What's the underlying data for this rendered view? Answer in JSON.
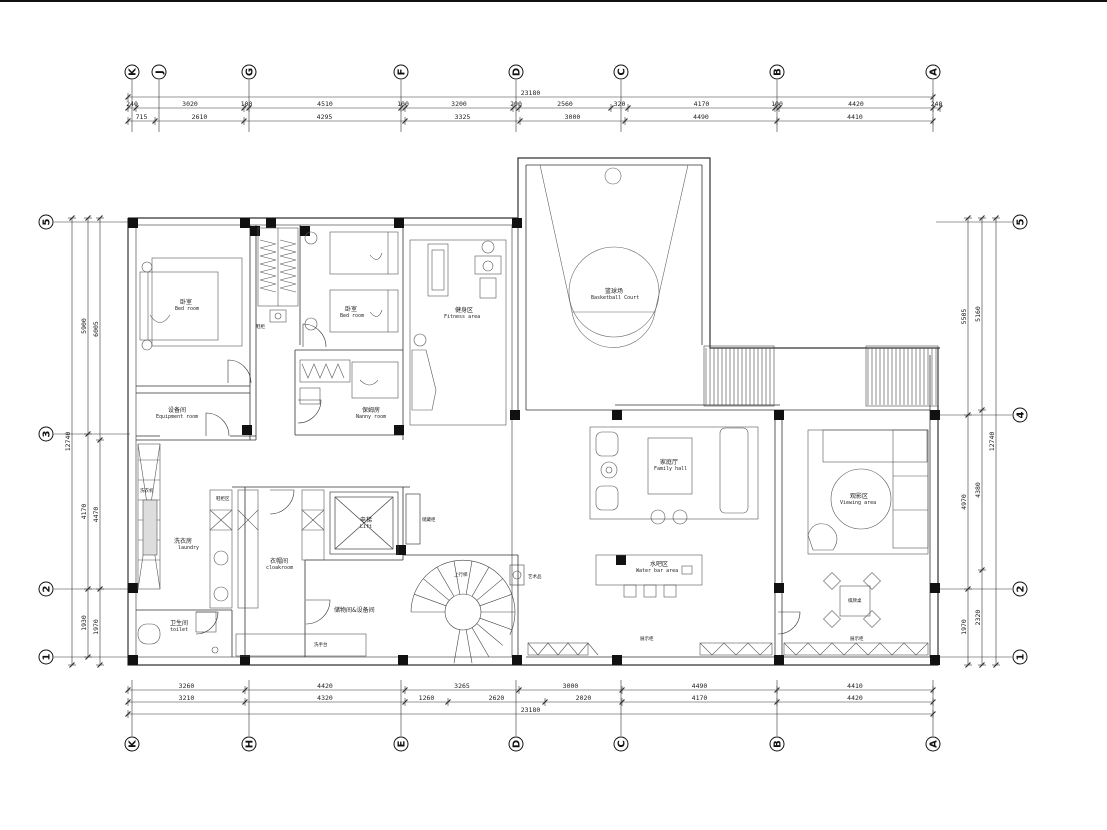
{
  "axes_top": [
    "K",
    "J",
    "G",
    "F",
    "D",
    "C",
    "B",
    "A"
  ],
  "axes_bottom": [
    "K",
    "H",
    "E",
    "D",
    "C",
    "B",
    "A"
  ],
  "axes_left": [
    "5",
    "3",
    "2",
    "1"
  ],
  "axes_right": [
    "5",
    "4",
    "2",
    "1"
  ],
  "top_dims": {
    "total": "23180",
    "row1": [
      "240",
      "3020",
      "100",
      "4510",
      "100",
      "3200",
      "200",
      "2560",
      "320",
      "4170",
      "100",
      "4420",
      "240"
    ],
    "row2": [
      "715",
      "2610",
      "4295",
      "3325",
      "3000",
      "4490",
      "4410"
    ]
  },
  "bottom_dims": {
    "total": "23180",
    "row1": [
      "3260",
      "4420",
      "3265",
      "3000",
      "4490",
      "4410"
    ],
    "row2": [
      "3210",
      "4320",
      "1260",
      "2620",
      "2020",
      "4170",
      "4420"
    ]
  },
  "left_dims": {
    "total": "12740",
    "outer": [
      "5900",
      "4170",
      "1930"
    ],
    "inner": [
      "6005",
      "4470",
      "1970"
    ]
  },
  "right_dims": {
    "total": "12740",
    "outer": [
      "5505",
      "4970",
      "1970"
    ],
    "inner": [
      "5160",
      "4380",
      "2320"
    ]
  },
  "rooms": {
    "bedroom1": {
      "cn": "卧室",
      "en": "Bed room"
    },
    "bedroom2": {
      "cn": "卧室",
      "en": "Bed room"
    },
    "fitness": {
      "cn": "健身区",
      "en": "Fitness area"
    },
    "basketball": {
      "cn": "篮球场",
      "en": "Basketball Court"
    },
    "equipment": {
      "cn": "设备间",
      "en": "Equipment room"
    },
    "nanny": {
      "cn": "保姆房",
      "en": "Nanny room"
    },
    "laundry": {
      "cn": "洗衣房",
      "en": "laundry"
    },
    "cloakroom": {
      "cn": "衣帽间",
      "en": "cloakroom"
    },
    "lift": {
      "cn": "电梯",
      "en": "Lift"
    },
    "storage": {
      "cn": "储物间&设备间",
      "en": ""
    },
    "toilet": {
      "cn": "卫生间",
      "en": "toilet"
    },
    "family_hall": {
      "cn": "家庭厅",
      "en": "Family hall"
    },
    "water_bar": {
      "cn": "水吧区",
      "en": "Water bar area"
    },
    "viewing": {
      "cn": "观影区",
      "en": "Viewing area"
    }
  },
  "labels": {
    "shoe_cabinet": "鞋柜",
    "storage_label": "储藏柜",
    "up_label": "上行梯",
    "art_label": "艺术品",
    "display_cabinet": "展示柜",
    "display_cabinet2": "展示柜",
    "chess_table": "棋牌桌",
    "shoe_store": "鞋柜区",
    "washing": "洗衣机",
    "wc_sink": "洗手台"
  },
  "colors": {
    "line": "#333333",
    "wall_fill": "#111111",
    "grey_line": "#888888"
  }
}
